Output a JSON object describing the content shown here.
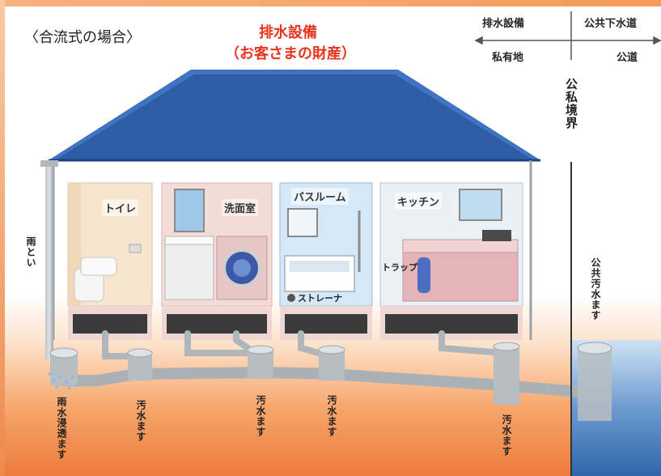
{
  "header": {
    "mode_label": "〈合流式の場合〉",
    "title_line1": "排水設備",
    "title_line2": "（お客さまの財産）"
  },
  "legend": {
    "left_top": "排水設備",
    "right_top": "公共下水道",
    "left_bottom": "私有地",
    "right_bottom": "公道"
  },
  "boundary_label": "公私境界",
  "rooms": {
    "toilet": "トイレ",
    "washroom": "洗面室",
    "bathroom": "バスルーム",
    "kitchen": "キッチン"
  },
  "parts": {
    "strainer": "ストレーナ",
    "trap": "トラップ"
  },
  "vertical_labels": {
    "downspout": "雨とい",
    "infiltration": "雨水浸透ます",
    "sewage_basin_1": "汚水ます",
    "sewage_basin_2": "汚水ます",
    "sewage_basin_3": "汚水ます",
    "sewage_basin_4": "汚水ます",
    "public_basin": "公共汚水ます"
  },
  "colors": {
    "roof": "#2e5da6",
    "title_red": "#e8341c",
    "ground_top": "#fde3cc",
    "ground_bottom": "#ee7b3d",
    "public_water": "#2f65aa",
    "pipe": "#a9b1b6"
  }
}
